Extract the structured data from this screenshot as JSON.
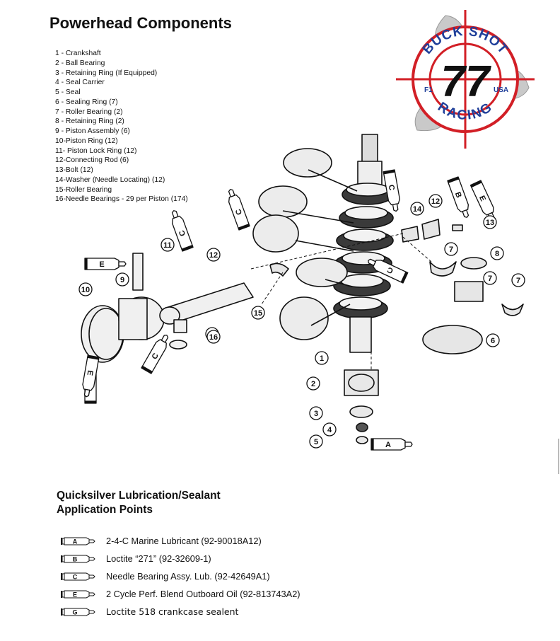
{
  "title": "Powerhead Components",
  "parts": [
    "1 - Crankshaft",
    "2 - Ball Bearing",
    "3 - Retaining Ring (If Equipped)",
    "4 - Seal Carrier",
    "5 - Seal",
    "6 - Sealing Ring (7)",
    "7 - Roller Bearing (2)",
    "8 - Retaining Ring (2)",
    "9 - Piston Assembly (6)",
    "10-Piston Ring (12)",
    "11- Piston Lock Ring (12)",
    "12-Connecting Rod (6)",
    "13-Bolt (12)",
    "14-Washer (Needle Locating) (12)",
    "15-Roller Bearing",
    "16-Needle Bearings - 29 per Piston (174)"
  ],
  "logo": {
    "top_text": "BUCK SHOT",
    "number": "77",
    "bottom_text": "RACING",
    "left_tag": "F1",
    "right_tag": "USA",
    "ring_color": "#d21f26",
    "blue_color": "#1f3f9a",
    "icon": "target-crosshair-icon"
  },
  "diagram": {
    "callouts": [
      "1",
      "2",
      "3",
      "4",
      "5",
      "6",
      "7",
      "7",
      "7",
      "8",
      "9",
      "10",
      "11",
      "12",
      "12",
      "13",
      "14",
      "15",
      "15",
      "16"
    ],
    "tube_letters": [
      "C",
      "B",
      "E",
      "C",
      "C",
      "E",
      "C",
      "C",
      "E",
      "E",
      "A"
    ]
  },
  "lube_heading": [
    "Quicksilver Lubrication/Sealant",
    "Application Points"
  ],
  "legend": [
    {
      "letter": "A",
      "text": "2-4-C Marine Lubricant (92-90018A12)"
    },
    {
      "letter": "B",
      "text": "Loctite “271” (92-32609-1)"
    },
    {
      "letter": "C",
      "text": "Needle Bearing Assy. Lub. (92-42649A1)"
    },
    {
      "letter": "E",
      "text": "2 Cycle Perf. Blend Outboard Oil (92-813743A2)"
    },
    {
      "letter": "G",
      "text": "Loctite 518 crankcase sealent"
    }
  ]
}
